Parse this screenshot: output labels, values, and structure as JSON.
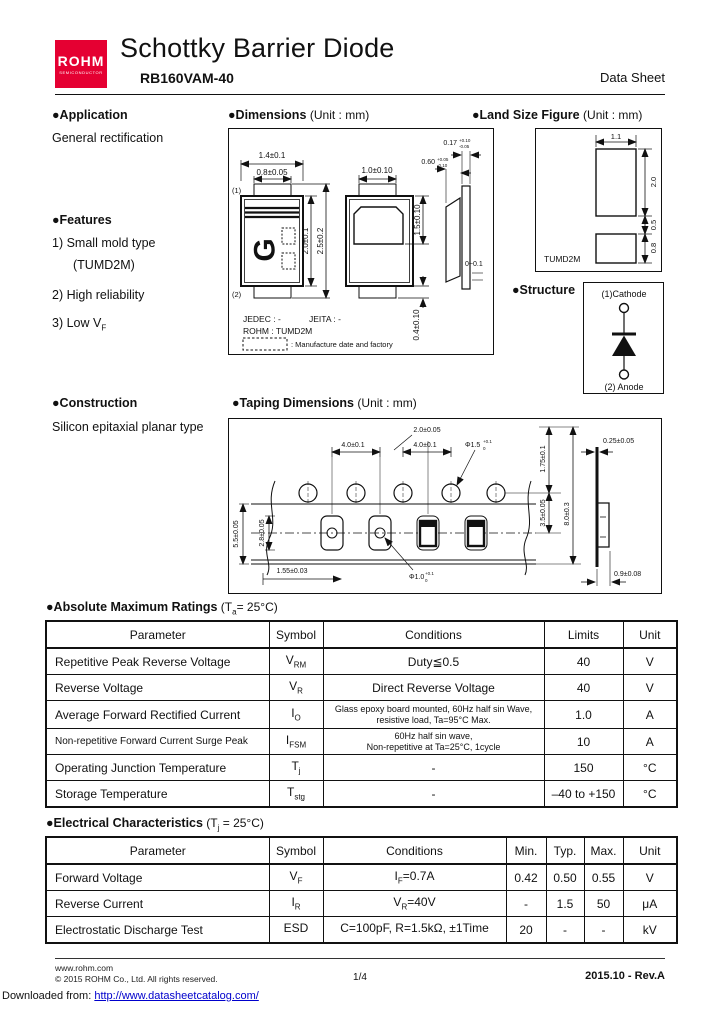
{
  "header": {
    "logo_text": "ROHM",
    "logo_sub": "SEMICONDUCTOR",
    "logo_color": "#e50032",
    "title": "Schottky Barrier Diode",
    "part_number": "RB160VAM-40",
    "doc_type": "Data Sheet"
  },
  "application": {
    "heading": "●Application",
    "body": "General rectification"
  },
  "features": {
    "heading": "●Features",
    "item1_line1": "1)  Small mold type",
    "item1_line2": "(TUMD2M)",
    "item2": "2)  High reliability",
    "item3_base": "3)  Low V",
    "item3_sub": "F"
  },
  "construction": {
    "heading": "●Construction",
    "body": "Silicon epitaxial planar type"
  },
  "dimensions": {
    "heading": "●Dimensions",
    "unit": "(Unit : mm)",
    "front": {
      "width": "1.4±0.1",
      "tab_width": "0.8±0.05",
      "pin1": "(1)",
      "pin2": "(2)",
      "mark": "G",
      "body_height": "2.0±0.1",
      "total_height": "2.5±0.2"
    },
    "back": {
      "tab_width": "1.0±0.10",
      "pad_height": "1.5±0.10",
      "foot_height": "0.4±0.10"
    },
    "side": {
      "lead_thickness": "0.17",
      "lead_thickness_up": "+0.10",
      "lead_thickness_dn": "-0.05",
      "body_thickness": "0.60",
      "body_thickness_up": "+0.05",
      "body_thickness_dn": "-0.10",
      "standoff": "0~0.1"
    },
    "jedec": "JEDEC : -",
    "jeita": "JEITA : -",
    "rohm": "ROHM  : TUMD2M",
    "mark_note": ": Manufacture date and factory"
  },
  "land": {
    "heading": "●Land Size Figure",
    "unit": "(Unit : mm)",
    "pad_width": "1.1",
    "top_pad_height": "2.0",
    "gap": "0.5",
    "bottom_pad_height": "0.8",
    "package": "TUMD2M"
  },
  "structure": {
    "heading": "●Structure",
    "cathode": "(1)Cathode",
    "anode": "(2) Anode"
  },
  "taping": {
    "heading": "●Taping Dimensions",
    "unit": "(Unit : mm)",
    "hole_to_pocket_offset": "2.0±0.05",
    "pocket_pitch": "4.0±0.1",
    "hole_pitch": "4.0±0.1",
    "hole_dia": "Φ1.5",
    "hole_dia_up": "+0.1",
    "hole_dia_dn": "0",
    "edge_to_hole": "1.75±0.1",
    "hole_to_center": "3.5±0.05",
    "tape_width": "8.0±0.3",
    "pocket_length": "5.5±0.05",
    "pocket_width": "2.8±0.05",
    "pocket_offset": "1.55±0.03",
    "pocket_hole_dia": "Φ1.0",
    "pocket_hole_up": "+0.1",
    "pocket_hole_dn": "0",
    "tape_thickness": "0.25±0.05",
    "emboss_height": "0.9±0.08"
  },
  "amr": {
    "heading": "●Absolute Maximum Ratings",
    "cond_base": " (T",
    "cond_sub": "a",
    "cond_rest": "= 25°C)",
    "columns": [
      "Parameter",
      "Symbol",
      "Conditions",
      "Limits",
      "Unit"
    ],
    "rows": [
      {
        "param": "Repetitive Peak Reverse Voltage",
        "sym": "V",
        "sub": "RM",
        "cond1": "Duty≦0.5",
        "cond2": "",
        "limit": "40",
        "unit": "V"
      },
      {
        "param": "Reverse Voltage",
        "sym": "V",
        "sub": "R",
        "cond1": "Direct Reverse Voltage",
        "cond2": "",
        "limit": "40",
        "unit": "V"
      },
      {
        "param": "Average Forward Rectified Current",
        "sym": "I",
        "sub": "O",
        "cond1": "Glass epoxy board mounted, 60Hz half sin Wave,",
        "cond2": "resistive load, Ta=95°C Max.",
        "limit": "1.0",
        "unit": "A"
      },
      {
        "param": "Non-repetitive Forward Current Surge Peak",
        "sym": "I",
        "sub": "FSM",
        "cond1": "60Hz half sin wave,",
        "cond2": "Non-repetitive at Ta=25°C, 1cycle",
        "limit": "10",
        "unit": "A"
      },
      {
        "param": "Operating Junction Temperature",
        "sym": "T",
        "sub": "j",
        "cond1": "-",
        "cond2": "",
        "limit": "150",
        "unit": "°C"
      },
      {
        "param": "Storage Temperature",
        "sym": "T",
        "sub": "stg",
        "cond1": "-",
        "cond2": "",
        "limit": "–40 to +150",
        "unit": "°C"
      }
    ]
  },
  "ec": {
    "heading": "●Electrical Characteristics",
    "cond_base": " (T",
    "cond_sub": "j",
    "cond_rest": " = 25°C)",
    "columns": [
      "Parameter",
      "Symbol",
      "Conditions",
      "Min.",
      "Typ.",
      "Max.",
      "Unit"
    ],
    "rows": [
      {
        "param": "Forward Voltage",
        "sym": "V",
        "sub": "F",
        "cond_base": "I",
        "cond_sub": "F",
        "cond_rest": "=0.7A",
        "min": "0.42",
        "typ": "0.50",
        "max": "0.55",
        "unit": "V"
      },
      {
        "param": "Reverse Current",
        "sym": "I",
        "sub": "R",
        "cond_base": "V",
        "cond_sub": "R",
        "cond_rest": "=40V",
        "min": "-",
        "typ": "1.5",
        "max": "50",
        "unit": "μA"
      },
      {
        "param": "Electrostatic Discharge Test",
        "sym": "ESD",
        "sub": "",
        "cond_base": "C=100pF, R=1.5kΩ, ±1Time",
        "cond_sub": "",
        "cond_rest": "",
        "min": "20",
        "typ": "-",
        "max": "-",
        "unit": "kV"
      }
    ]
  },
  "footer": {
    "site": "www.rohm.com",
    "copyright": "© 2015  ROHM Co., Ltd. All rights reserved.",
    "page": "1/4",
    "revision": "2015.10 -  Rev.A",
    "download_prefix": "Downloaded from: ",
    "download_link": "http://www.datasheetcatalog.com/"
  }
}
